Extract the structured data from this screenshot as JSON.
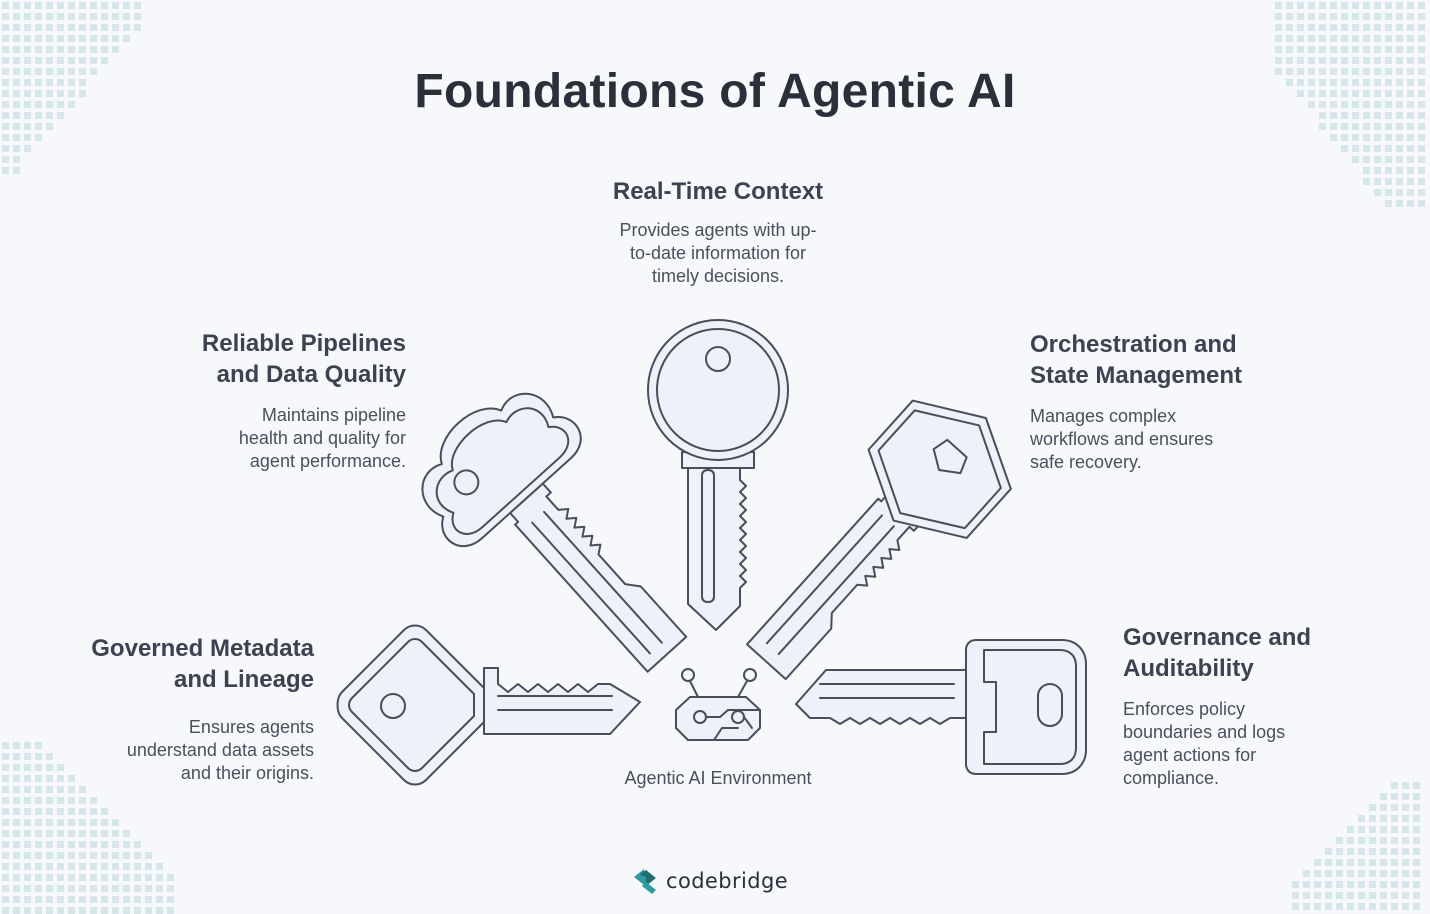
{
  "title": "Foundations of Agentic AI",
  "items": [
    {
      "heading_lines": [
        "Real-Time Context"
      ],
      "desc_lines": [
        "Provides agents with up-",
        "to-date information for",
        "timely decisions."
      ]
    },
    {
      "heading_lines": [
        "Reliable Pipelines",
        "and Data Quality"
      ],
      "desc_lines": [
        "Maintains pipeline",
        "health and quality for",
        "agent performance."
      ]
    },
    {
      "heading_lines": [
        "Orchestration and",
        "State Management"
      ],
      "desc_lines": [
        "Manages complex",
        "workflows and ensures",
        "safe recovery."
      ]
    },
    {
      "heading_lines": [
        "Governed Metadata",
        "and Lineage"
      ],
      "desc_lines": [
        "Ensures agents",
        "understand data assets",
        "and their origins."
      ]
    },
    {
      "heading_lines": [
        "Governance and",
        "Auditability"
      ],
      "desc_lines": [
        "Enforces policy",
        "boundaries and logs",
        "agent actions for",
        "compliance."
      ]
    }
  ],
  "center_label": "Agentic AI Environment",
  "brand": "codebridge",
  "icons": [
    "key-icon",
    "robot-icon",
    "codebridge-logo-icon"
  ],
  "colors": {
    "background": "#f6f8fb",
    "key_fill": "#eef1fa",
    "stroke": "#4a4e5a",
    "dots": "#d7e6ea",
    "logo": "#2f9a9d"
  }
}
